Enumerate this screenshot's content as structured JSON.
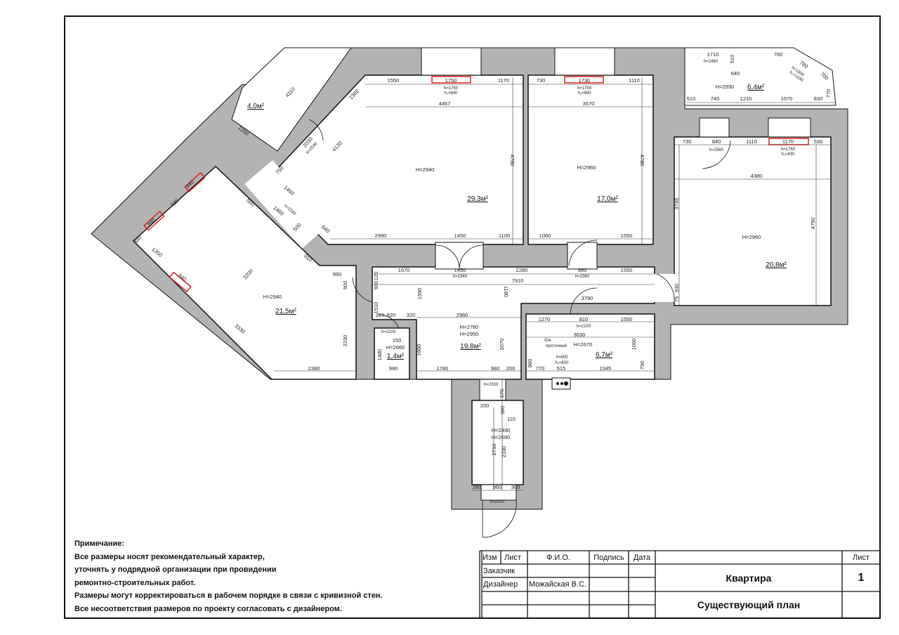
{
  "notes": {
    "title": "Примечание:",
    "lines": [
      "Все размеры носят рекомендательный характер,",
      "уточнять у подрядной организации при провидении",
      "ремонтно-строительных работ.",
      "Размеры могут корректироваться в рабочем порядке в связи с кривизной стен.",
      "Все несоответствия размеров по проекту согласовать с дизайнером."
    ]
  },
  "title_block": {
    "headers": {
      "izm": "Изм",
      "list": "Лист",
      "fio": "Ф.И.О.",
      "signature": "Подпись",
      "date": "Дата",
      "sheet": "Лист"
    },
    "customer_label": "Заказчик",
    "designer_label": "Дизайнер",
    "designer_name": "Можайская В.С.",
    "project": "Квартира",
    "sheet_title": "Существующий план",
    "sheet_number": "1"
  },
  "colors": {
    "wall": "#b3b3b3",
    "window_mark": "#e02020",
    "line": "#111111"
  },
  "labels": {
    "a293": "29,3м²",
    "a170": "17,0м²",
    "a208": "20,8м²",
    "a64": "6,4м²",
    "a40": "4,0м²",
    "a215": "21,5м²",
    "a198": "19,8м²",
    "a14": "1,4м²",
    "a67": "6,7м²",
    "H293": "H=2940",
    "H170": "H=2960",
    "H208": "H=2960",
    "H64": "H=2930",
    "H215": "H=2940",
    "H198a": "H=2780",
    "H198b": "H=2950",
    "H14": "H=2660",
    "H67": "H=2670",
    "Hv1": "H=2490",
    "Hv2": "H=2690",
    "r1": "1550",
    "r2": "1750",
    "r3": "1170",
    "r4": "4467",
    "r5": "4780",
    "r6": "2990",
    "r7": "1450",
    "r8": "1100",
    "r9": "1360",
    "r10": "4130",
    "r11": "h=1750",
    "r12": "h₁=840",
    "s1": "730",
    "s2": "1730",
    "s3": "1110",
    "s4": "3570",
    "s5": "4780",
    "s6": "1060",
    "s7": "1550",
    "s8": "h=1750",
    "s9": "h₁=860",
    "b1": "1710",
    "b2": "h=2480",
    "b3": "510",
    "b4": "760",
    "b5": "640",
    "b6": "780",
    "b7": "700",
    "b8": "h=1900",
    "b9": "h₁=1030",
    "b10": "770",
    "b11": "510",
    "b12": "740",
    "b13": "1210",
    "b14": "1070",
    "b15": "830",
    "t1": "730",
    "t2": "840",
    "t3": "1110",
    "t4": "1170",
    "t5": "530",
    "t6": "h=2580",
    "t7": "h=1760",
    "t8": "h₁=830",
    "t9": "4380",
    "t10": "3745",
    "t11": "4750",
    "t12": "930",
    "t13": "75",
    "c1": "1670",
    "c2": "1450",
    "c3": "h=2340",
    "c4": "2280",
    "c5": "960",
    "c6": "h=2360",
    "c7": "1550",
    "c8": "7910",
    "c9": "3790",
    "c10": "1180",
    "c11": "1590",
    "c12": "990",
    "c13": "900",
    "c14": "120",
    "c15": "900",
    "c16": "1510",
    "h1": "2960",
    "h2": "2070",
    "h3": "1660",
    "h4": "1780",
    "h5": "980",
    "h6": "200",
    "h7": "220",
    "h8": "620",
    "h9": "320",
    "w1": "h=2100",
    "w2": "150",
    "w3": "1480",
    "w4": "990",
    "l1": "2230",
    "l2": "2380",
    "l3": "3330",
    "l4": "3200",
    "l5": "1350",
    "l6": "720",
    "l7": "840",
    "l8": "840",
    "l9": "840",
    "l10": "1460",
    "l11": "1460",
    "l12": "h=2340",
    "l13": "640",
    "l14": "500",
    "l15": "910",
    "l16": "550",
    "l17": "480",
    "l18": "750",
    "k1": "1270",
    "k2": "810",
    "k3": "h=2100",
    "k4": "1550",
    "k5": "3630",
    "k6": "Б/ж",
    "k7": "проточный",
    "k8": "h=600",
    "k9": "h₁=600",
    "k10": "860",
    "k11": "770",
    "k12": "515",
    "k13": "2345",
    "k14": "1060",
    "k15": "790",
    "v1": "h=2330",
    "v2": "570",
    "v3": "200",
    "v4": "380",
    "v5": "110",
    "v6": "2710",
    "v7": "2330",
    "v8": "280",
    "v9": "960",
    "v10": "300",
    "v11": "h=2330",
    "p1": "4110",
    "p2": "1250",
    "p3": "2030",
    "p4": "h=2546"
  }
}
